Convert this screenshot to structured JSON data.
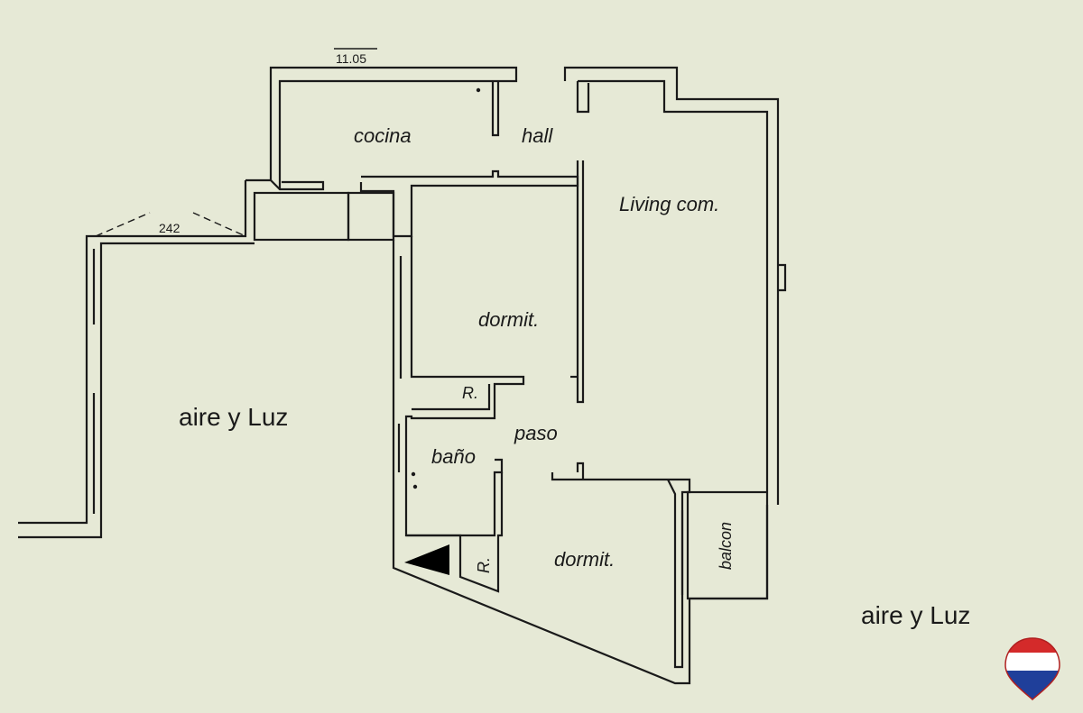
{
  "plan": {
    "dimensions": {
      "top": "11.05",
      "left": "242"
    },
    "rooms": {
      "kitchen": "cocina",
      "hall": "hall",
      "living": "Living com.",
      "bedroom_1": "dormit.",
      "bedroom_2": "dormit.",
      "closet_1": "R.",
      "closet_2": "R.",
      "bathroom": "baño",
      "corridor": "paso",
      "balcony": "balcon"
    },
    "outside": {
      "left": "aire y Luz",
      "right": "aire y Luz"
    }
  },
  "colors": {
    "background": "#e6e9d6",
    "wall": "#1a1a1a",
    "brand_red": "#d42a2a",
    "brand_blue": "#1f3f9a"
  },
  "icons": [
    "north-arrow-icon",
    "brand-logo-icon"
  ]
}
